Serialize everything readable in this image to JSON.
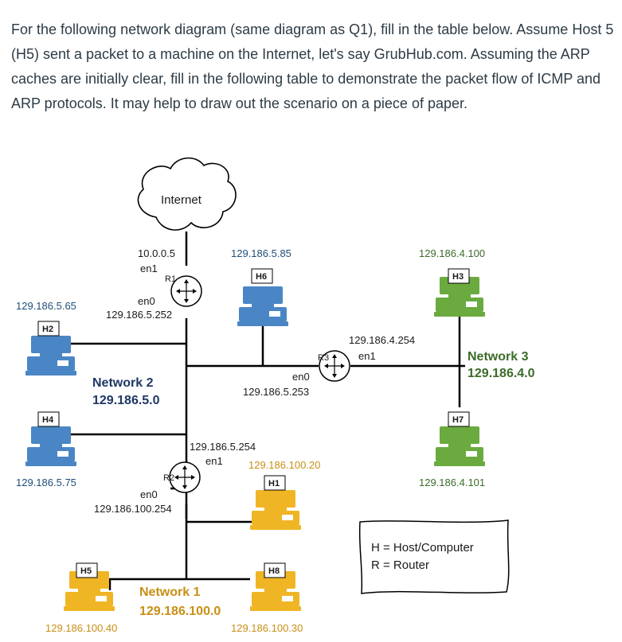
{
  "question": {
    "text": "For the following network diagram (same diagram as Q1), fill in the table below. Assume Host 5 (H5) sent a packet to a machine on the Internet, let's say GrubHub.com. Assuming the ARP caches are initially clear, fill in the following table to demonstrate the packet flow of ICMP and ARP protocols. It may help to draw out the scenario on a piece of paper."
  },
  "internet": {
    "label": "Internet"
  },
  "routers": {
    "r1": {
      "name": "R1",
      "top_ip": "10.0.0.5",
      "top_iface": "en1",
      "bottom_iface": "en0",
      "bottom_ip": "129.186.5.252"
    },
    "r2": {
      "name": "R2",
      "top_ip": "129.186.5.254",
      "top_iface": "en1",
      "bottom_iface": "en0",
      "bottom_ip": "129.186.100.254"
    },
    "r3": {
      "name": "R3",
      "right_ip": "129.186.4.254",
      "right_iface": "en1",
      "bottom_iface": "en0",
      "bottom_ip": "129.186.5.253"
    }
  },
  "hosts": {
    "h2": {
      "name": "H2",
      "ip": "129.186.5.65"
    },
    "h4": {
      "name": "H4",
      "ip": "129.186.5.75"
    },
    "h6": {
      "name": "H6",
      "ip": "129.186.5.85"
    },
    "h3": {
      "name": "H3",
      "ip": "129.186.4.100"
    },
    "h7": {
      "name": "H7",
      "ip": "129.186.4.101"
    },
    "h1": {
      "name": "H1",
      "ip": "129.186.100.20"
    },
    "h5": {
      "name": "H5",
      "ip": "129.186.100.40"
    },
    "h8": {
      "name": "H8",
      "ip": "129.186.100.30"
    }
  },
  "networks": {
    "n2": {
      "name": "Network 2",
      "addr": "129.186.5.0"
    },
    "n3": {
      "name": "Network 3",
      "addr": "129.186.4.0"
    },
    "n1": {
      "name": "Network 1",
      "addr": "129.186.100.0"
    }
  },
  "legend": {
    "line1": "H = Host/Computer",
    "line2": "R = Router"
  },
  "colors": {
    "blue": "#4a86c5",
    "green": "#6aaa3f",
    "orange": "#f0b524",
    "line": "#000000"
  }
}
